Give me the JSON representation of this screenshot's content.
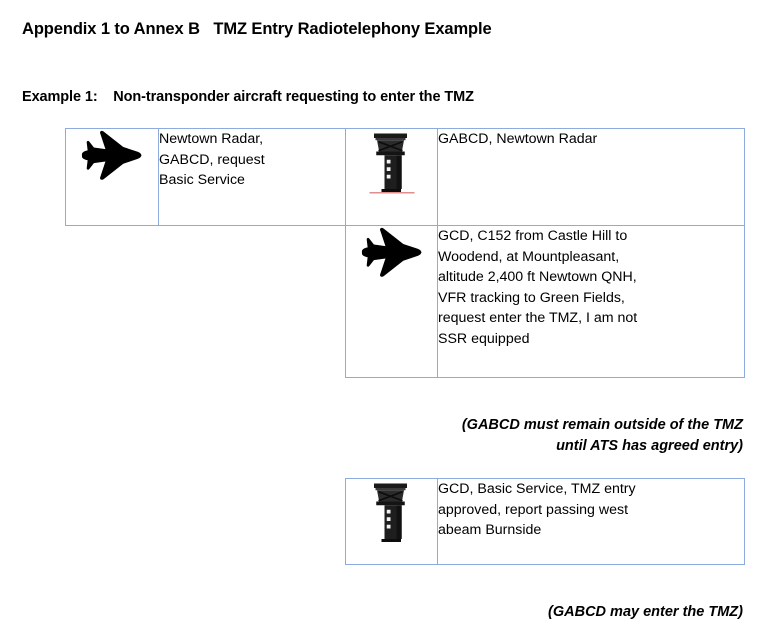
{
  "document": {
    "title": "Appendix 1 to Annex B   TMZ Entry Radiotelephony Example",
    "example_heading": "Example 1:    Non-transponder aircraft requesting to enter the TMZ"
  },
  "colors": {
    "table_border": "#8faadc",
    "tower_ground_line": "#e08d8d",
    "icon_fill": "#000000",
    "text": "#000000",
    "background": "#ffffff"
  },
  "exchange_one": {
    "rows": [
      {
        "pilot_icon": "aircraft-icon",
        "pilot_text": "Newtown Radar,\nGABCD, request\nBasic Service",
        "controller_icon": "control-tower-icon",
        "controller_text": "GABCD, Newtown Radar"
      },
      {
        "pilot_icon": "aircraft-icon",
        "pilot_text": "GCD, C152 from Castle Hill to\nWoodend, at Mountpleasant,\naltitude 2,400 ft Newtown QNH,\nVFR tracking to Green Fields,\nrequest enter the TMZ, I am not\nSSR equipped"
      }
    ]
  },
  "note_one": "(GABCD must remain outside of the TMZ\nuntil ATS has agreed entry)",
  "exchange_two": {
    "rows": [
      {
        "controller_icon": "control-tower-icon",
        "controller_text": "GCD, Basic Service, TMZ entry\napproved, report passing west\nabeam Burnside"
      }
    ]
  },
  "note_two": "(GABCD may enter the TMZ)"
}
